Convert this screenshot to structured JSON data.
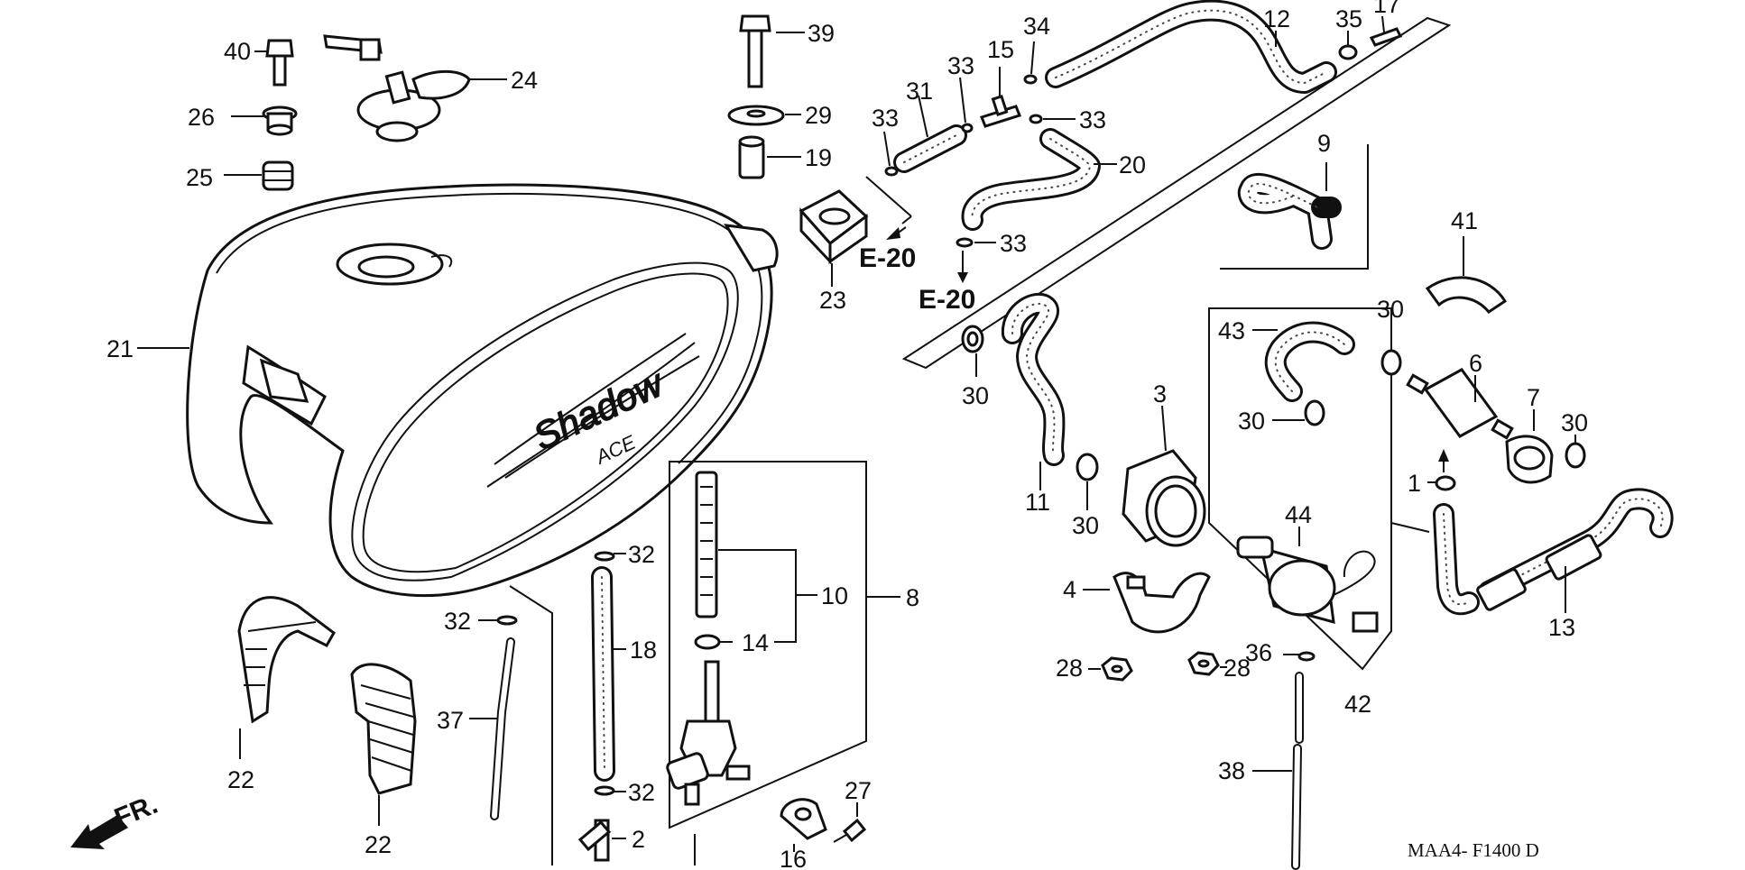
{
  "diagram_code": "MAA4- F1400 D",
  "direction_label": "FR.",
  "refs": {
    "e20_a": "E-20",
    "e20_b": "E-20"
  },
  "callouts": {
    "c1": "1",
    "c2": "2",
    "c3": "3",
    "c4": "4",
    "c6": "6",
    "c7": "7",
    "c8": "8",
    "c9": "9",
    "c10": "10",
    "c11": "11",
    "c12": "12",
    "c13": "13",
    "c14": "14",
    "c15": "15",
    "c16": "16",
    "c17": "17",
    "c18": "18",
    "c19": "19",
    "c20": "20",
    "c21": "21",
    "c22a": "22",
    "c22b": "22",
    "c23": "23",
    "c24": "24",
    "c25": "25",
    "c26": "26",
    "c27": "27",
    "c28a": "28",
    "c28b": "28",
    "c29": "29",
    "c30a": "30",
    "c30b": "30",
    "c30c": "30",
    "c30d": "30",
    "c30e": "30",
    "c31": "31",
    "c32a": "32",
    "c32b": "32",
    "c32c": "32",
    "c33a": "33",
    "c33b": "33",
    "c33c": "33",
    "c33d": "33",
    "c34": "34",
    "c35": "35",
    "c36": "36",
    "c37": "37",
    "c38": "38",
    "c39": "39",
    "c40": "40",
    "c41": "41",
    "c42": "42",
    "c43": "43",
    "c44": "44"
  }
}
